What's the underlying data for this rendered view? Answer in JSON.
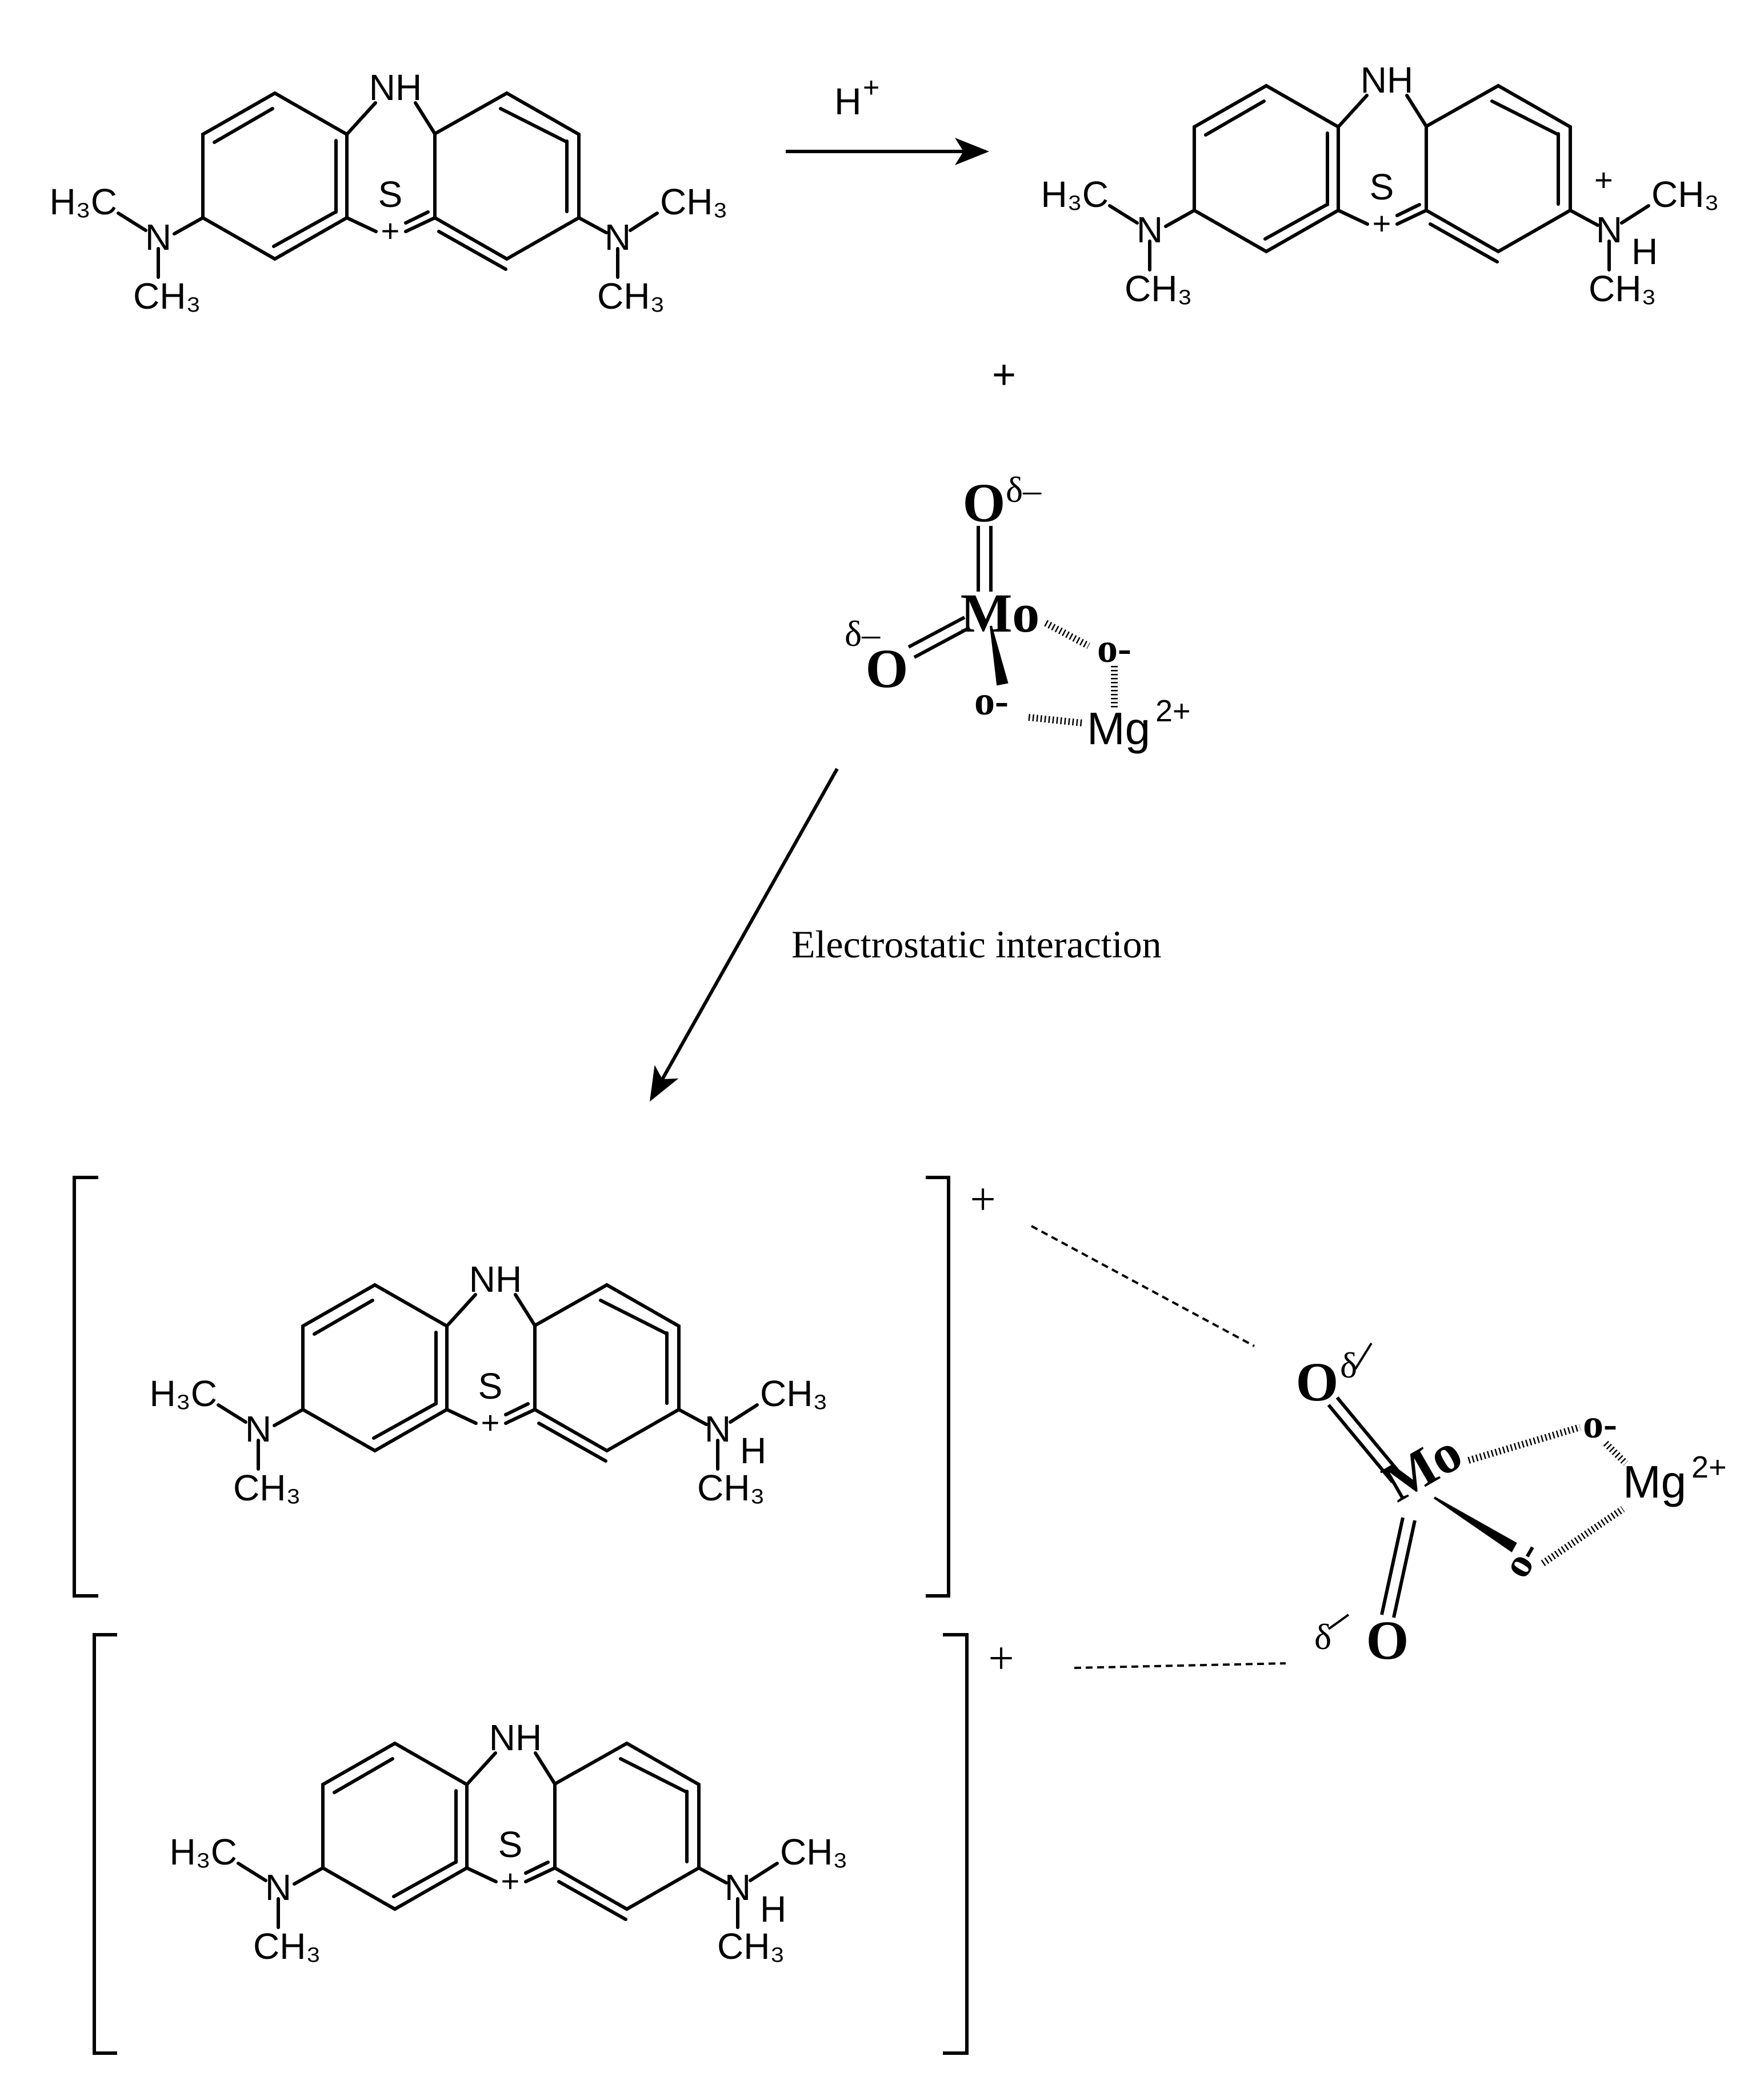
{
  "diagram": {
    "reagent": "H",
    "reagent_charge": "+",
    "plus_sign": "+",
    "interaction_label": "Electrostatic interaction",
    "bracket_charge": "+"
  },
  "methylene_blue": {
    "nh": "NH",
    "s": "S",
    "s_charge": "+",
    "n": "N",
    "h3c": "H₃C",
    "ch3": "CH₃",
    "h": "H",
    "n_charge": "+"
  },
  "molybdate": {
    "o": "O",
    "o_minus": "o-",
    "mo": "Mo",
    "mg": "Mg",
    "mg_charge": "2+",
    "delta": "δ",
    "delta_minus": "δ–"
  }
}
